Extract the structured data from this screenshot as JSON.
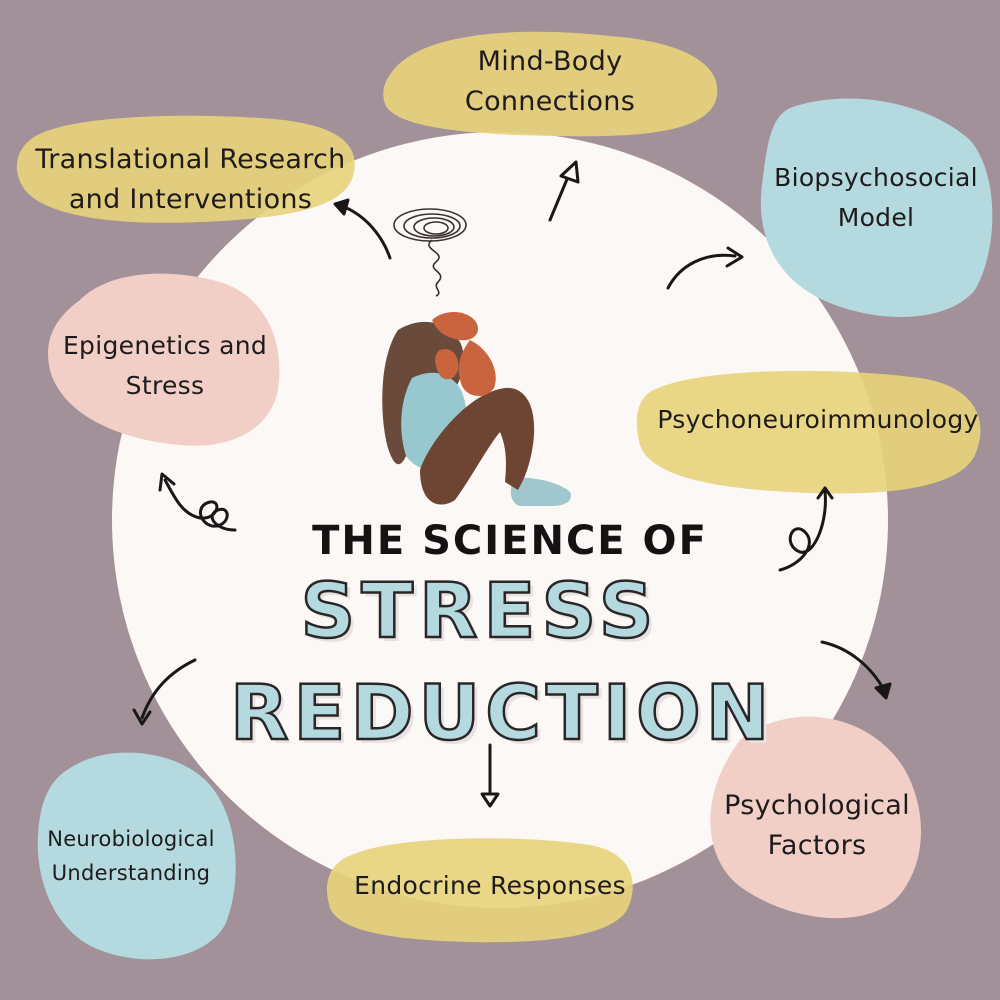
{
  "title": {
    "line1": "THE SCIENCE OF",
    "line2": "STRESS",
    "line3": "REDUCTION"
  },
  "topics": {
    "mind_body": [
      "Mind-Body",
      "Connections"
    ],
    "biopsychosocial": [
      "Biopsychosocial",
      "Model"
    ],
    "translational": [
      "Translational Research",
      "and Interventions"
    ],
    "epigenetics": [
      "Epigenetics and",
      "Stress"
    ],
    "psychoneuro": [
      "Psychoneuroimmunology"
    ],
    "psychological": [
      "Psychological",
      "Factors"
    ],
    "endocrine": [
      "Endocrine Responses"
    ],
    "neurobiological": [
      "Neurobiological",
      "Understanding"
    ]
  },
  "colors": {
    "background": "#a3919a",
    "circle": "#fcf8f5",
    "yellow_blob": "#e7d37c",
    "blue_blob": "#b4d9de",
    "pink_blob": "#f1cfc6",
    "title_fill": "#b4d9de"
  }
}
